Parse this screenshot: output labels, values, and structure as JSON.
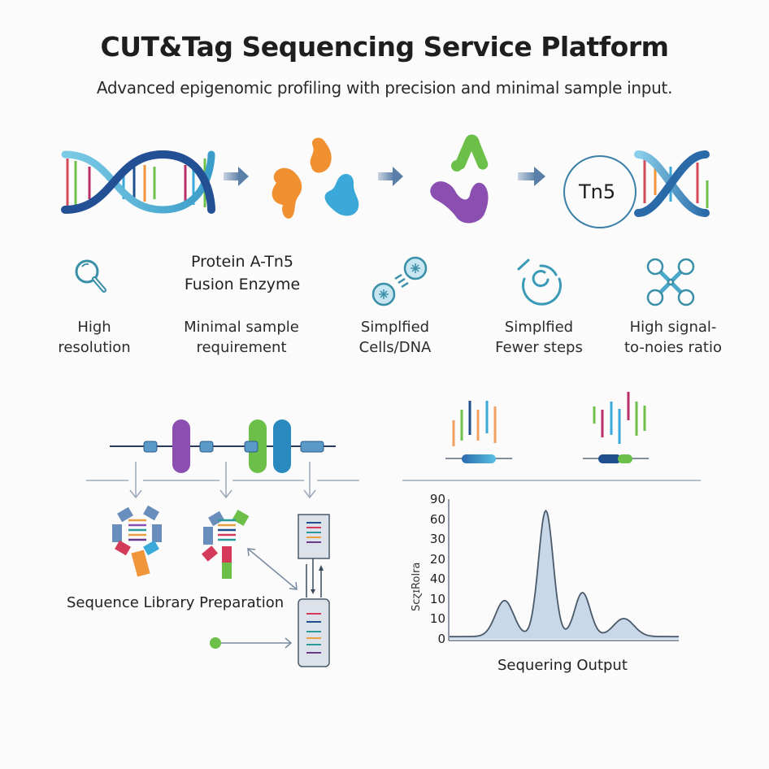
{
  "header": {
    "title": "CUT&Tag Sequencing Service Platform",
    "subtitle": "Advanced epigenomic profiling with precision and minimal sample input."
  },
  "workflow": {
    "steps": [
      {
        "name": "dna-helix",
        "icon": "dna-icon"
      },
      {
        "name": "antibodies",
        "icon": "protein-icon"
      },
      {
        "name": "secondary-proteins",
        "icon": "protein-icon"
      },
      {
        "name": "tn5-complex",
        "icon": "tn5-dna-icon",
        "label": "Tn5"
      }
    ],
    "enzyme_label_line1": "Protein A-Tn5",
    "enzyme_label_line2": "Fusion Enzyme"
  },
  "features": [
    {
      "icon": "magnifier-icon",
      "line1": "High",
      "line2": "resolution"
    },
    {
      "icon": "none",
      "line1": "Minimal sample",
      "line2": "requirement"
    },
    {
      "icon": "cells-icon",
      "line1": "Simplfied",
      "line2": "Cells/DNA"
    },
    {
      "icon": "cycle-icon",
      "line1": "Simplfied",
      "line2": "Fewer steps"
    },
    {
      "icon": "network-icon",
      "line1": "High signal-",
      "line2": "to-noies ratio"
    }
  ],
  "library": {
    "label": "Sequence Library Preparation"
  },
  "colors": {
    "teal": "#3a8fa8",
    "dna_dark": "#1f4f8f",
    "dna_light": "#5ab8d8",
    "orange": "#f0953a",
    "blue": "#3aa8d8",
    "green": "#6cc04a",
    "purple": "#8a4fb0",
    "magenta": "#b8306a",
    "red": "#d43a5a",
    "chart_fill": "#c8d8e8",
    "chart_line": "#4a5a6a"
  },
  "chart_data": {
    "type": "area",
    "title": "",
    "xlabel": "Sequering Output",
    "ylabel": "ScɀɪRolra",
    "y_tick_labels": [
      "0",
      "10",
      "10",
      "40",
      "20",
      "30",
      "60",
      "90"
    ],
    "x": [
      0,
      5,
      10,
      15,
      20,
      25,
      30,
      35,
      40,
      45,
      50,
      55,
      60,
      65,
      70,
      75,
      80,
      85,
      90,
      95,
      100
    ],
    "series": [
      {
        "name": "signal",
        "values": [
          0.3,
          0.3,
          0.3,
          0.6,
          2.5,
          4.5,
          1.5,
          0.8,
          5,
          33,
          40,
          5,
          3,
          7,
          5,
          1.2,
          1,
          2.5,
          1,
          0.4,
          0.3
        ]
      }
    ],
    "peaks": [
      {
        "x": 24,
        "height_level": 1.8
      },
      {
        "x": 42,
        "height_level": 6.3
      },
      {
        "x": 58,
        "height_level": 2.2
      },
      {
        "x": 76,
        "height_level": 0.9
      }
    ],
    "grid": false,
    "legend": "none"
  }
}
